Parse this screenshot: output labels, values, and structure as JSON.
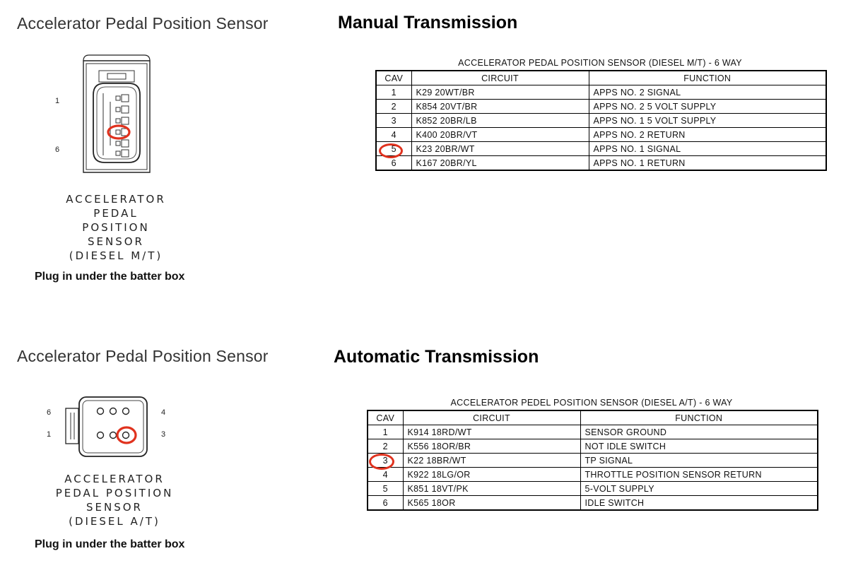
{
  "manual": {
    "title_light": "Accelerator Pedal Position Sensor",
    "title_bold": "Manual Transmission",
    "pin_labels": [
      "1",
      "6"
    ],
    "caption_lines": [
      "ACCELERATOR",
      "PEDAL",
      "POSITION",
      "SENSOR",
      "(DIESEL M/T)"
    ],
    "note": "Plug in under the batter box",
    "table": {
      "title": "ACCELERATOR PEDAL POSITION SENSOR (DIESEL M/T) - 6 WAY",
      "headers": [
        "CAV",
        "CIRCUIT",
        "FUNCTION"
      ],
      "rows": [
        {
          "cav": "1",
          "circuit": "K29 20WT/BR",
          "function": "APPS NO. 2 SIGNAL"
        },
        {
          "cav": "2",
          "circuit": "K854 20VT/BR",
          "function": "APPS NO. 2 5 VOLT SUPPLY"
        },
        {
          "cav": "3",
          "circuit": "K852 20BR/LB",
          "function": "APPS NO. 1 5 VOLT SUPPLY"
        },
        {
          "cav": "4",
          "circuit": "K400 20BR/VT",
          "function": "APPS NO. 2 RETURN"
        },
        {
          "cav": "5",
          "circuit": "K23 20BR/WT",
          "function": "APPS NO. 1 SIGNAL"
        },
        {
          "cav": "6",
          "circuit": "K167 20BR/YL",
          "function": "APPS NO. 1 RETURN"
        }
      ],
      "highlighted_cav": "5"
    }
  },
  "automatic": {
    "title_light": "Accelerator Pedal Position Sensor",
    "title_bold": "Automatic Transmission",
    "pin_labels": [
      "6",
      "4",
      "1",
      "3"
    ],
    "caption_lines": [
      "ACCELERATOR",
      "PEDAL POSITION",
      "SENSOR",
      "(DIESEL A/T)"
    ],
    "note": "Plug in under the batter box",
    "table": {
      "title": "ACCELERATOR PEDEL POSITION SENSOR (DIESEL A/T) - 6 WAY",
      "headers": [
        "CAV",
        "CIRCUIT",
        "FUNCTION"
      ],
      "rows": [
        {
          "cav": "1",
          "circuit": "K914 18RD/WT",
          "function": "SENSOR GROUND"
        },
        {
          "cav": "2",
          "circuit": "K556 18OR/BR",
          "function": "NOT IDLE SWITCH"
        },
        {
          "cav": "3",
          "circuit": "K22 18BR/WT",
          "function": "TP SIGNAL"
        },
        {
          "cav": "4",
          "circuit": "K922 18LG/OR",
          "function": "THROTTLE POSITION SENSOR RETURN"
        },
        {
          "cav": "5",
          "circuit": "K851 18VT/PK",
          "function": "5-VOLT SUPPLY"
        },
        {
          "cav": "6",
          "circuit": "K565 18OR",
          "function": "IDLE SWITCH"
        }
      ],
      "highlighted_cav": "3"
    }
  },
  "colors": {
    "highlight": "#e0321e",
    "line": "#000000"
  }
}
